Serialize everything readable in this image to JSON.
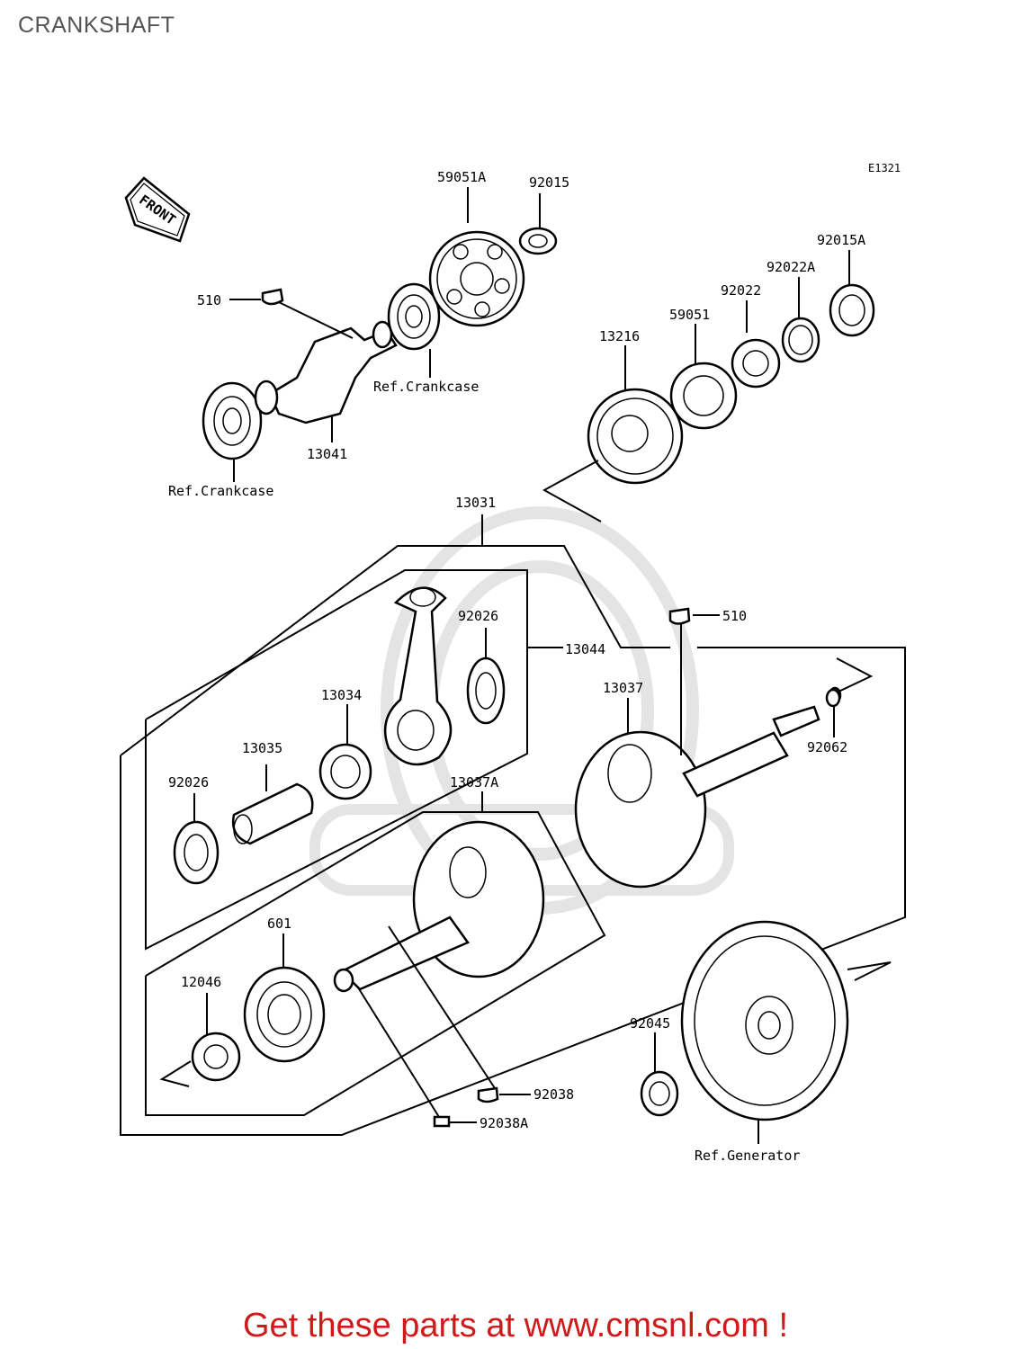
{
  "title": "CRANKSHAFT",
  "diagram_code": "E1321",
  "front_label": "FRONT",
  "labels": {
    "l59051A": "59051A",
    "l92015": "92015",
    "l92015A": "92015A",
    "l92022A": "92022A",
    "l92022": "92022",
    "l59051": "59051",
    "l13216": "13216",
    "l510_top": "510",
    "ref_crankcase_1": "Ref.Crankcase",
    "l13041": "13041",
    "ref_crankcase_2": "Ref.Crankcase",
    "l13031": "13031",
    "l92026_top": "92026",
    "l13044": "13044",
    "l510_mid": "510",
    "l13034": "13034",
    "l13037": "13037",
    "l92062": "92062",
    "l13035": "13035",
    "l92026_left": "92026",
    "l13037A": "13037A",
    "l601": "601",
    "l12046": "12046",
    "l92045": "92045",
    "l92038": "92038",
    "l92038A": "92038A",
    "ref_generator": "Ref.Generator"
  },
  "footer": "Get these parts at www.cmsnl.com !"
}
